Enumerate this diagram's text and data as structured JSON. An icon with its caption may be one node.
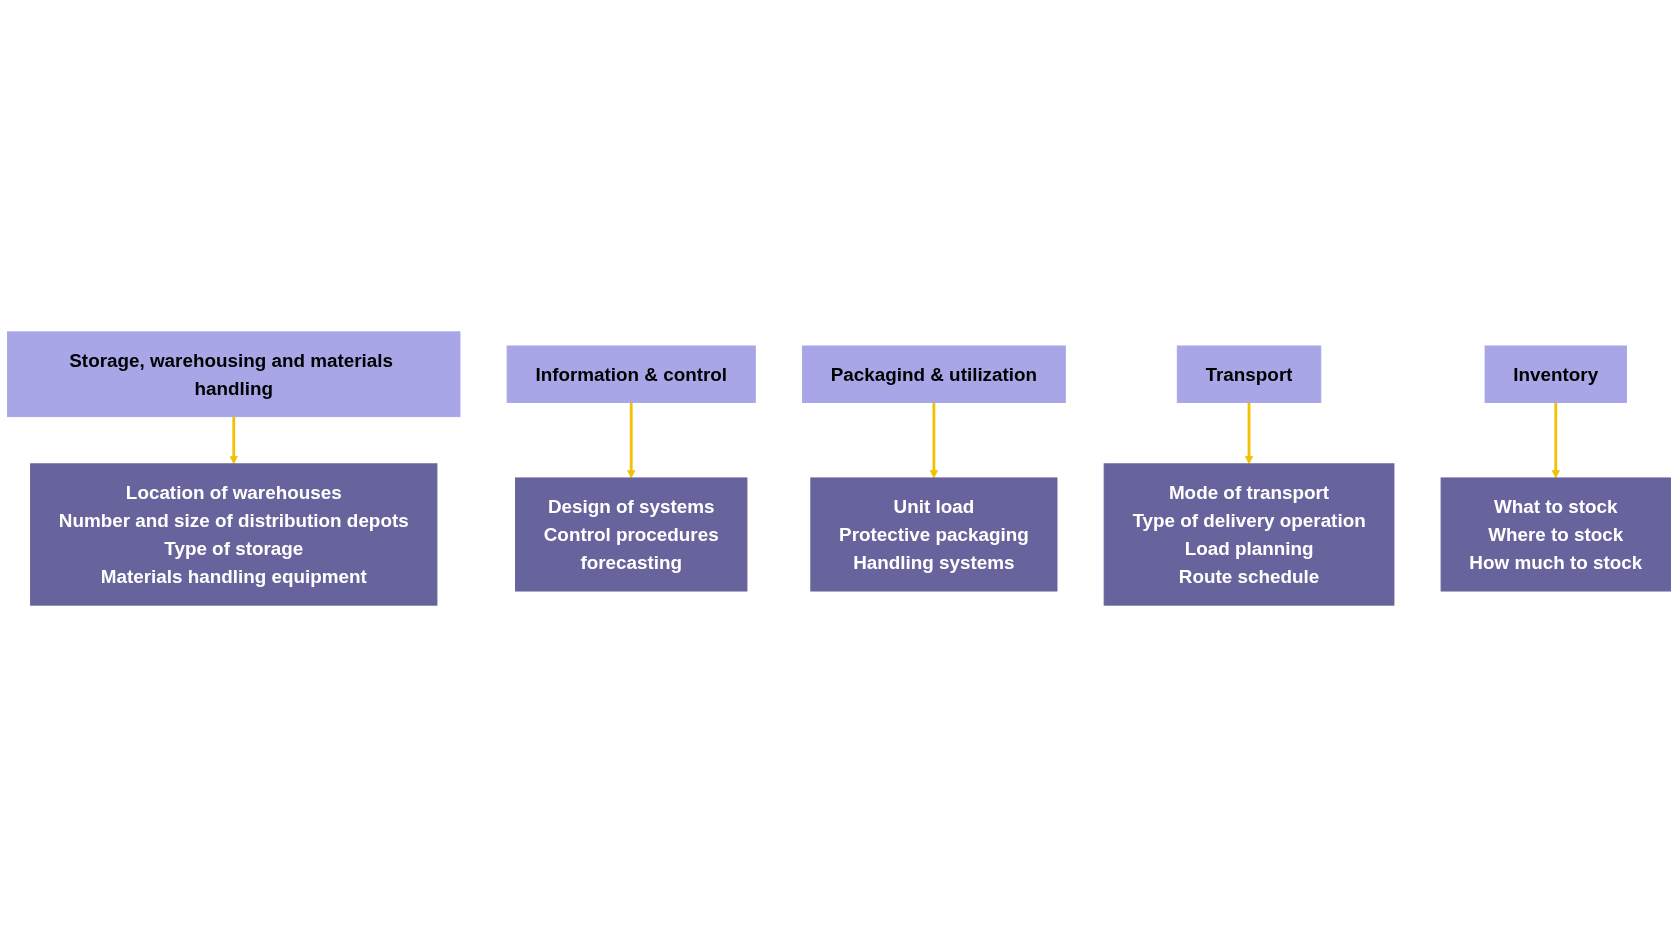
{
  "diagram": {
    "nodes": [
      {
        "text": [
          "Location of warehouses",
          "Number and size of distribution depots",
          "Type of storage",
          "Materials handling equipment"
        ]
      },
      {
        "text": [
          "Storage, warehousing and materials handling"
        ]
      },
      {
        "text": [
          "Design of systems",
          "Control procedures",
          "forecasting"
        ]
      },
      {
        "text": [
          "Information & control"
        ]
      },
      {
        "text": [
          "Packagind & utilization"
        ]
      },
      {
        "text": [
          "Unit load",
          "Protective packaging",
          "Handling systems"
        ]
      },
      {
        "text": [
          "Transport"
        ]
      },
      {
        "text": [
          "Inventory"
        ]
      },
      {
        "text": [
          "Mode of transport",
          "Type of delivery operation",
          "Load planning",
          "Route schedule"
        ]
      },
      {
        "text": [
          "What to stock",
          "Where to stock",
          "How much to stock"
        ]
      }
    ],
    "edges": [
      {
        "from": 1,
        "to": 0,
        "arrow": "to"
      },
      {
        "from": 3,
        "to": 2,
        "arrow": "to"
      },
      {
        "from": 4,
        "to": 5,
        "arrow": "to"
      },
      {
        "from": 6,
        "to": 8,
        "arrow": "to"
      },
      {
        "from": 7,
        "to": 9,
        "arrow": "to"
      }
    ]
  }
}
